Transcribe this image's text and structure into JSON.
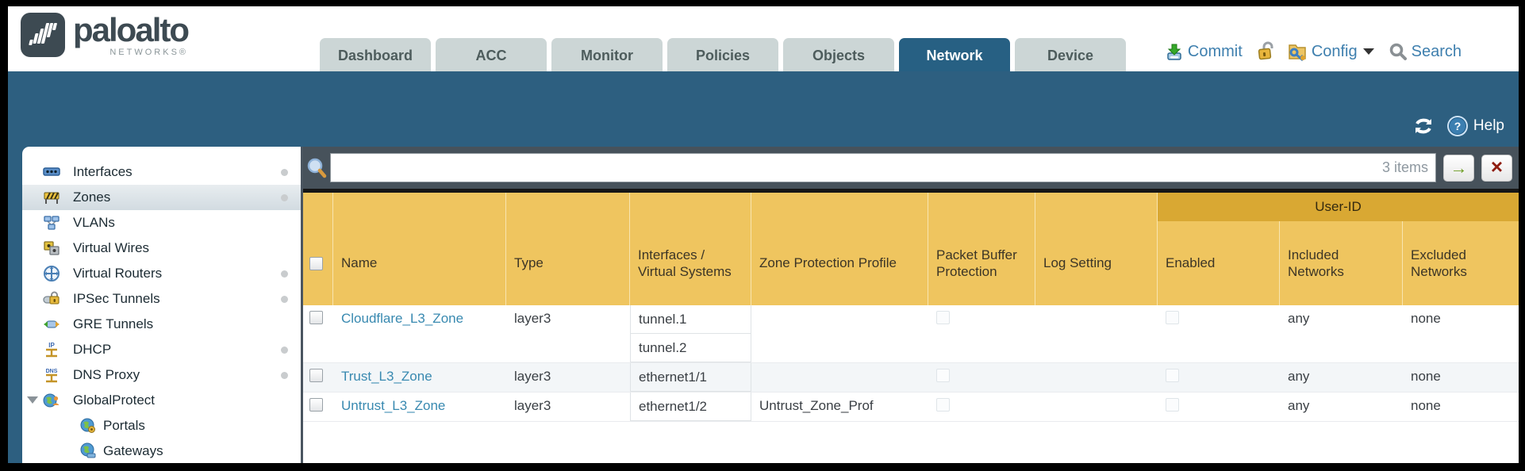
{
  "brand": {
    "name": "paloalto",
    "sub": "NETWORKS®",
    "logo_icon": "paloalto-waveform-icon"
  },
  "nav": {
    "tabs": [
      "Dashboard",
      "ACC",
      "Monitor",
      "Policies",
      "Objects",
      "Network",
      "Device"
    ],
    "active_tab": "Network"
  },
  "top_actions": {
    "commit_label": "Commit",
    "config_label": "Config",
    "search_label": "Search",
    "icons": [
      "commit-icon",
      "unlock-icon",
      "config-icon",
      "caret-down-icon",
      "search-icon"
    ]
  },
  "band": {
    "help_label": "Help",
    "icons": [
      "refresh-icon",
      "help-icon"
    ]
  },
  "sidebar": {
    "items": [
      {
        "label": "Interfaces",
        "icon": "interfaces-icon",
        "dot": true
      },
      {
        "label": "Zones",
        "icon": "zones-icon",
        "dot": true,
        "selected": true
      },
      {
        "label": "VLANs",
        "icon": "vlans-icon"
      },
      {
        "label": "Virtual Wires",
        "icon": "virtual-wires-icon"
      },
      {
        "label": "Virtual Routers",
        "icon": "virtual-routers-icon",
        "dot": true
      },
      {
        "label": "IPSec Tunnels",
        "icon": "ipsec-tunnels-icon",
        "dot": true
      },
      {
        "label": "GRE Tunnels",
        "icon": "gre-tunnels-icon"
      },
      {
        "label": "DHCP",
        "icon": "dhcp-icon",
        "dot": true
      },
      {
        "label": "DNS Proxy",
        "icon": "dns-proxy-icon",
        "dot": true
      },
      {
        "label": "GlobalProtect",
        "icon": "globalprotect-icon",
        "expandable": true
      },
      {
        "label": "Portals",
        "icon": "portals-icon",
        "indent": true
      },
      {
        "label": "Gateways",
        "icon": "gateways-icon",
        "indent": true
      }
    ]
  },
  "toolbar": {
    "search_value": "",
    "items_count": "3 items",
    "go_icon": "go-arrow-icon",
    "clear_icon": "clear-x-icon",
    "magnifier_icon": "magnifier-icon"
  },
  "table": {
    "columns": {
      "name": "Name",
      "type": "Type",
      "interfaces": "Interfaces / Virtual Systems",
      "zone_protection_profile": "Zone Protection Profile",
      "packet_buffer_protection": "Packet Buffer Protection",
      "log_setting": "Log Setting"
    },
    "user_id_group": {
      "label": "User-ID",
      "enabled": "Enabled",
      "included_networks": "Included Networks",
      "excluded_networks": "Excluded Networks"
    },
    "rows": [
      {
        "name": "Cloudflare_L3_Zone",
        "type": "layer3",
        "interfaces": [
          "tunnel.1",
          "tunnel.2"
        ],
        "zone_protection_profile": "",
        "log_setting": "",
        "packet_buffer_protection_checked": false,
        "enabled_checked": false,
        "included_networks": "any",
        "excluded_networks": "none"
      },
      {
        "name": "Trust_L3_Zone",
        "type": "layer3",
        "interfaces": [
          "ethernet1/1"
        ],
        "zone_protection_profile": "",
        "log_setting": "",
        "packet_buffer_protection_checked": false,
        "enabled_checked": false,
        "included_networks": "any",
        "excluded_networks": "none"
      },
      {
        "name": "Untrust_L3_Zone",
        "type": "layer3",
        "interfaces": [
          "ethernet1/2"
        ],
        "zone_protection_profile": "Untrust_Zone_Prof",
        "log_setting": "",
        "packet_buffer_protection_checked": false,
        "enabled_checked": false,
        "included_networks": "any",
        "excluded_networks": "none"
      }
    ]
  },
  "colors": {
    "header_gold": "#efc55f",
    "user_id_band": "#d9a833",
    "teal_band": "#2d5f80",
    "search_strip": "#47525b",
    "active_tab": "#276083",
    "tab_gray": "#ccd6d6",
    "link_blue": "#3889b0",
    "action_blue": "#3e7fae",
    "alt_row": "#f3f6f8"
  }
}
